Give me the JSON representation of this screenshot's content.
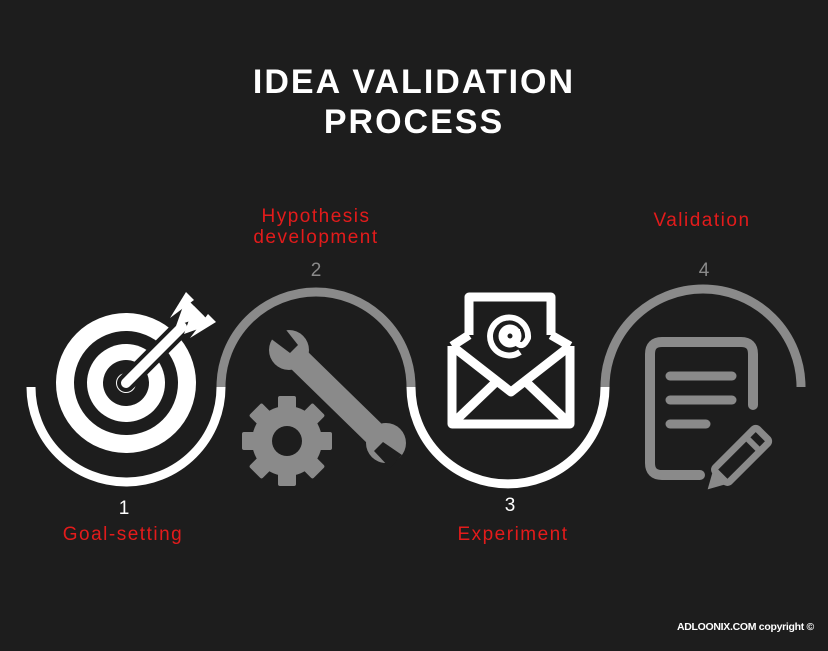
{
  "title": {
    "line1": "IDEA VALIDATION",
    "line2": "PROCESS"
  },
  "colors": {
    "background": "#1d1d1d",
    "white": "#ffffff",
    "gray": "#8a8a8a",
    "accent": "#e31b1b"
  },
  "steps": [
    {
      "number": "1",
      "label": "Goal-setting",
      "icon": "target-arrow-icon"
    },
    {
      "number": "2",
      "label_line1": "Hypothesis",
      "label_line2": "development",
      "icon": "wrench-gear-icon"
    },
    {
      "number": "3",
      "label": "Experiment",
      "icon": "email-envelope-icon"
    },
    {
      "number": "4",
      "label": "Validation",
      "icon": "document-pencil-icon"
    }
  ],
  "footer": {
    "copyright": "ADLOONIX.COM copyright ©"
  }
}
